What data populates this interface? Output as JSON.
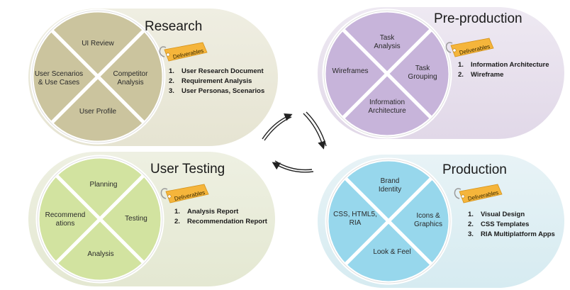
{
  "colors": {
    "research_wheel": "#cbc49e",
    "preprod_wheel": "#c7b4da",
    "testing_wheel": "#d2e3a0",
    "production_wheel": "#97d7ec",
    "tag": "#f5b53b"
  },
  "research": {
    "title": "Research",
    "segments": {
      "top": "UI Review",
      "left_1": "User Scenarios",
      "left_2": "& Use Cases",
      "right_1": "Competitor",
      "right_2": "Analysis",
      "bottom": "User Profile"
    },
    "tag": "Deliverables",
    "deliverables": [
      {
        "num": "1.",
        "text": "User Research Document"
      },
      {
        "num": "2.",
        "text": "Requirement Analysis"
      },
      {
        "num": "3.",
        "text": "User Personas, Scenarios"
      }
    ]
  },
  "preproduction": {
    "title": "Pre-production",
    "segments": {
      "top_1": "Task",
      "top_2": "Analysis",
      "left": "Wireframes",
      "right_1": "Task",
      "right_2": "Grouping",
      "bottom_1": "Information",
      "bottom_2": "Architecture"
    },
    "tag": "Deliverables",
    "deliverables": [
      {
        "num": "1.",
        "text": "Information Architecture"
      },
      {
        "num": "2.",
        "text": "Wireframe"
      }
    ]
  },
  "testing": {
    "title": "User Testing",
    "segments": {
      "top": "Planning",
      "left_1": "Recommend",
      "left_2": "ations",
      "right": "Testing",
      "bottom": "Analysis"
    },
    "tag": "Deliverables",
    "deliverables": [
      {
        "num": "1.",
        "text": "Analysis Report"
      },
      {
        "num": "2.",
        "text": "Recommendation Report"
      }
    ]
  },
  "production": {
    "title": "Production",
    "segments": {
      "top_1": "Brand",
      "top_2": "Identity",
      "left_1": "CSS, HTML5,",
      "left_2": "RIA",
      "right_1": "Icons &",
      "right_2": "Graphics",
      "bottom": "Look & Feel"
    },
    "tag": "Deliverables",
    "deliverables": [
      {
        "num": "1.",
        "text": "Visual Design"
      },
      {
        "num": "2.",
        "text": "CSS Templates"
      },
      {
        "num": "3.",
        "text": "RIA Multiplatform Apps"
      }
    ]
  }
}
